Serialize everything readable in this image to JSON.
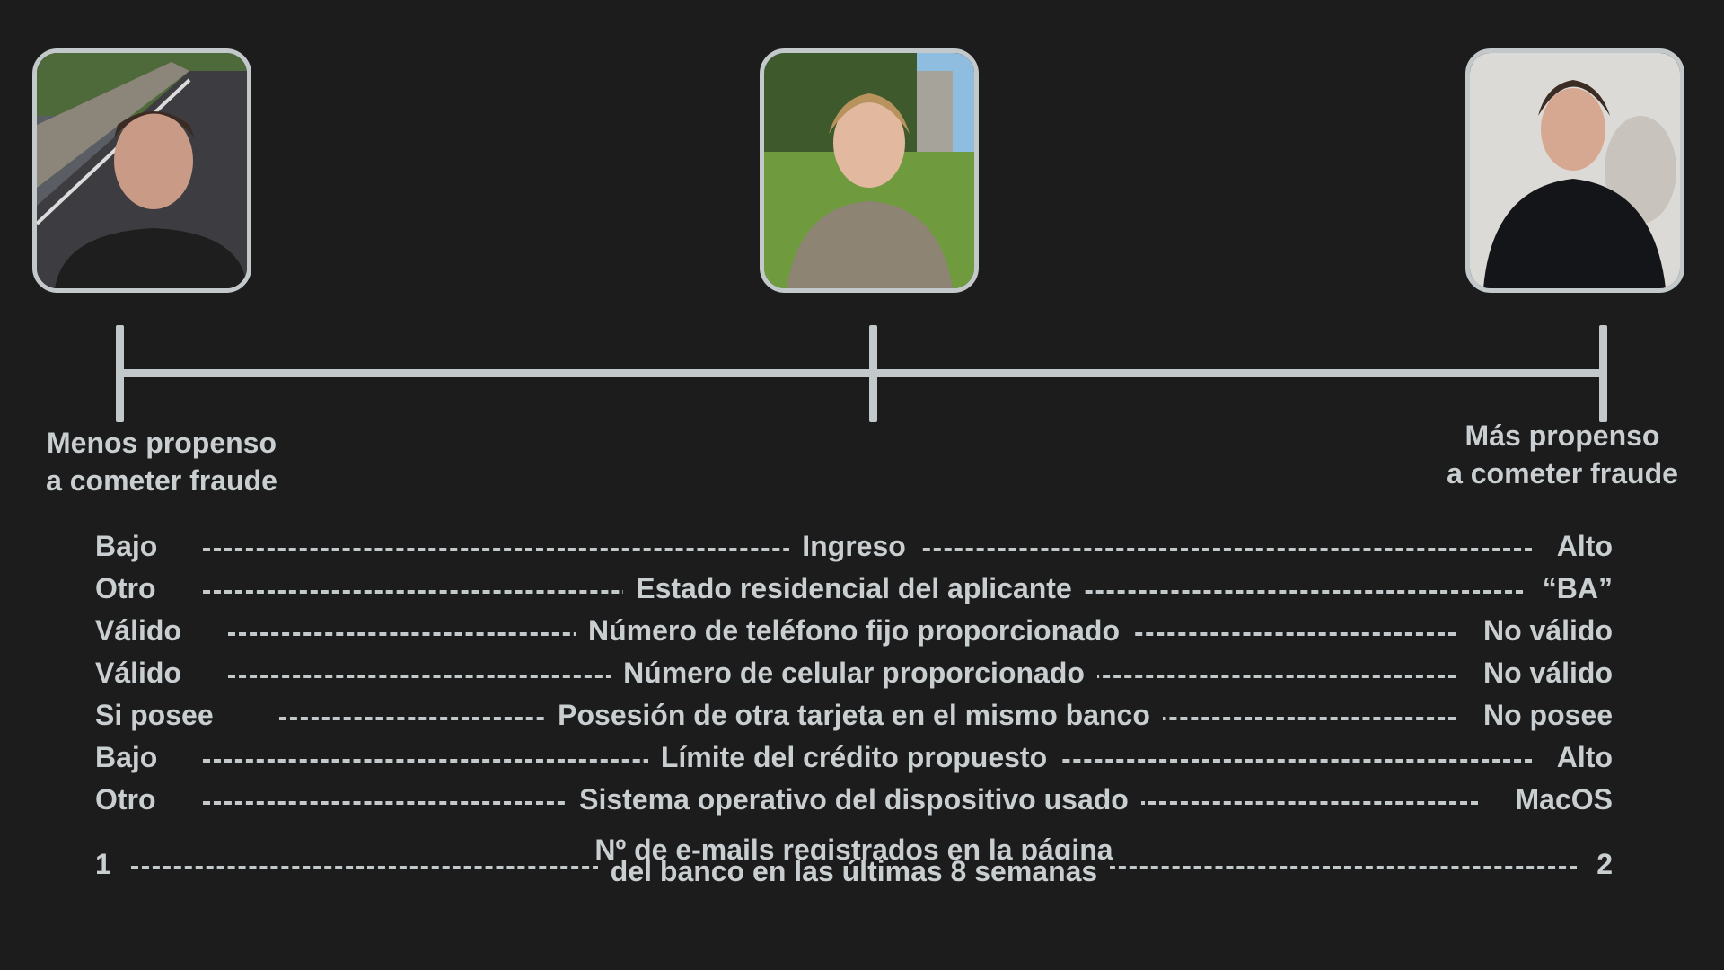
{
  "profiles": [
    {
      "name": "photo-left",
      "description_icon": "person-photo"
    },
    {
      "name": "photo-mid",
      "description_icon": "person-photo"
    },
    {
      "name": "photo-right",
      "description_icon": "person-photo"
    }
  ],
  "scale": {
    "left_label_line1": "Menos propenso",
    "left_label_line2": "a cometer fraude",
    "right_label_line1": "Más propenso",
    "right_label_line2": "a cometer fraude"
  },
  "factors": [
    {
      "low": "Bajo",
      "name": "Ingreso",
      "high": "Alto"
    },
    {
      "low": "Otro",
      "name": "Estado residencial del aplicante",
      "high": "“BA”"
    },
    {
      "low": "Válido",
      "name": "Número de teléfono fijo proporcionado",
      "high": "No válido"
    },
    {
      "low": "Válido",
      "name": "Número de celular proporcionado",
      "high": "No válido"
    },
    {
      "low": "Si posee",
      "name": "Posesión de otra tarjeta en el mismo banco",
      "high": "No posee"
    },
    {
      "low": "Bajo",
      "name": "Límite del crédito propuesto",
      "high": "Alto"
    },
    {
      "low": "Otro",
      "name": "Sistema operativo del dispositivo usado",
      "high": "MacOS"
    },
    {
      "low": "1",
      "name_line1": "Nº de e-mails registrados en la página",
      "name_line2": "del banco en las últimas 8 semanas",
      "high": "2"
    }
  ],
  "colors": {
    "background": "#1c1c1c",
    "foreground": "#c9ced1",
    "lines": "#c3c8cb"
  }
}
